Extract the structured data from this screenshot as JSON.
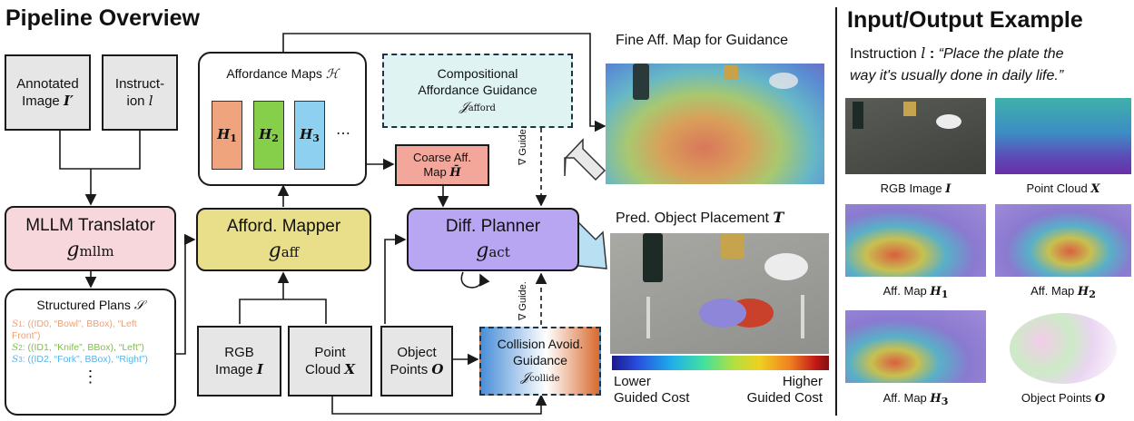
{
  "titles": {
    "pipeline": "Pipeline Overview",
    "io": "Input/Output Example"
  },
  "instruction": {
    "prefix": "Instruction",
    "var": "l",
    "colon": ":",
    "text_line1": "“Place the plate the",
    "text_line2": "way it's usually done in daily life.”"
  },
  "inputs": {
    "annotated_line1": "Annotated",
    "annotated_line2": "Image",
    "annotated_var": "I′",
    "instr_line1": "Instruct-",
    "instr_line2": "ion",
    "instr_var": "l"
  },
  "mllm": {
    "title": "MLLM Translator",
    "var": "g",
    "sub": "mllm"
  },
  "plans": {
    "title": "Structured Plans",
    "var": "𝒮",
    "items": [
      {
        "s": "S",
        "sub": "1",
        "text": ": ((ID0, “Bowl”, BBox), “Left",
        "text2": "Front”)",
        "color": "#f0a074"
      },
      {
        "s": "S",
        "sub": "2",
        "text": ": ((ID1, “Knife”, BBox), “Left”)",
        "color": "#7cc241"
      },
      {
        "s": "S",
        "sub": "3",
        "text": ": ((ID2, “Fork”, BBox), “Right”)",
        "color": "#57b4e6"
      }
    ],
    "ellipsis": "⋮"
  },
  "affordance_maps": {
    "title": "Affordance Maps",
    "var": "ℋ",
    "maps": [
      {
        "label": "H",
        "sub": "1",
        "color": "#f0a47e"
      },
      {
        "label": "H",
        "sub": "2",
        "color": "#86cf4a"
      },
      {
        "label": "H",
        "sub": "3",
        "color": "#8ed0ef"
      }
    ],
    "ellipsis": "⋯"
  },
  "mapper": {
    "title": "Afford. Mapper",
    "var": "g",
    "sub": "aff"
  },
  "coarse": {
    "line1": "Coarse Aff.",
    "line2": "Map",
    "var": "H̄"
  },
  "guidance_afford": {
    "line1": "Compositional",
    "line2": "Affordance Guidance",
    "var": "𝒥",
    "sub": "afford"
  },
  "planner": {
    "title": "Diff. Planner",
    "var": "g",
    "sub": "act"
  },
  "guide_labels": {
    "top": "∇ Guide.",
    "bottom": "∇ Guide."
  },
  "collision": {
    "line1": "Collision Avoid.",
    "line2": "Guidance",
    "var": "𝒥",
    "sub": "collide"
  },
  "bottom_inputs": [
    {
      "line1": "RGB",
      "line2": "Image",
      "var": "I"
    },
    {
      "line1": "Point",
      "line2": "Cloud",
      "var": "X"
    },
    {
      "line1": "Object",
      "line2": "Points",
      "var": "O"
    }
  ],
  "fine_map": {
    "title": "Fine Aff. Map for Guidance"
  },
  "placement": {
    "title": "Pred. Object Placement",
    "var": "T"
  },
  "colorbar": {
    "low_line1": "Lower",
    "low_line2": "Guided Cost",
    "high_line1": "Higher",
    "high_line2": "Guided Cost"
  },
  "examples": [
    {
      "caption": "RGB Image",
      "var": "I",
      "sub": ""
    },
    {
      "caption": "Point Cloud",
      "var": "X",
      "sub": ""
    },
    {
      "caption": "Aff. Map",
      "var": "H",
      "sub": "1"
    },
    {
      "caption": "Aff. Map",
      "var": "H",
      "sub": "2"
    },
    {
      "caption": "Aff. Map",
      "var": "H",
      "sub": "3"
    },
    {
      "caption": "Object Points",
      "var": "O",
      "sub": ""
    }
  ],
  "colors": {
    "mllm_fill": "#f7d7dc",
    "mapper_fill": "#e9de8a",
    "planner_fill": "#b9a6f2",
    "coarse_fill": "#f2a79a",
    "input_fill": "#e6e6e6",
    "guidance_fill": "#dff3f3"
  }
}
